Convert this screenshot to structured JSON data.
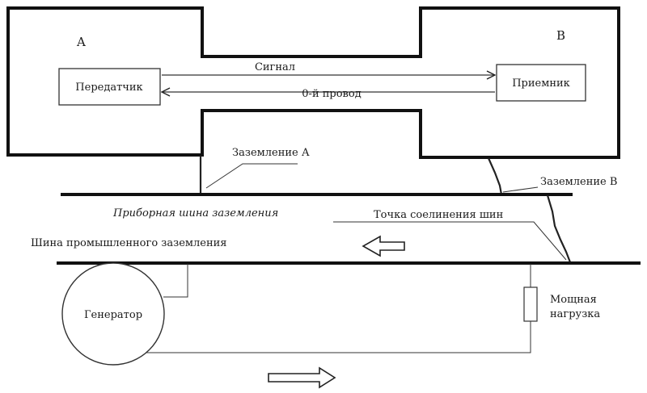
{
  "blocks": {
    "a_label": "A",
    "b_label": "B",
    "transmitter": "Передатчик",
    "receiver": "Приемник"
  },
  "links": {
    "signal": "Сигнал",
    "zero_wire": "0-й провод"
  },
  "grounds": {
    "ground_a": "Заземление А",
    "ground_b": "Заземление В"
  },
  "buses": {
    "instrument_bus": "Приборная шина заземления",
    "junction": "Точка соелинения шин",
    "industrial_bus": "Шина промышленного заземления"
  },
  "power": {
    "generator": "Генератор",
    "load_line1": "Мощная",
    "load_line2": "нагрузка"
  }
}
